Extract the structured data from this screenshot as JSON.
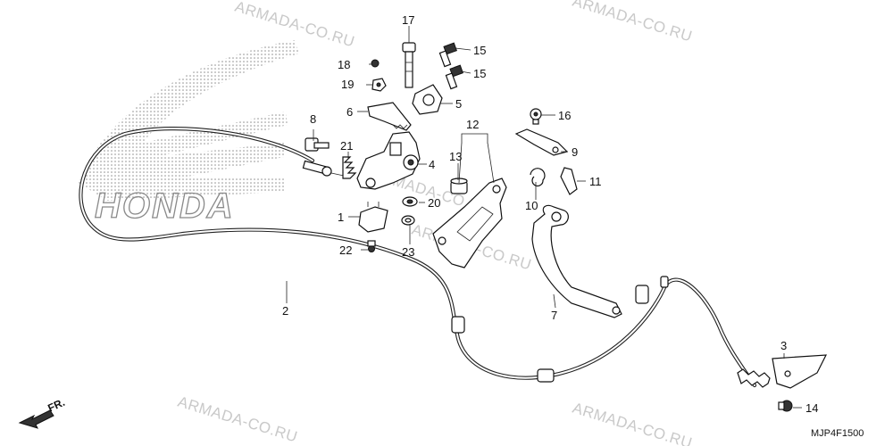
{
  "watermarks": [
    {
      "text": "ARMADA-CO.RU"
    },
    {
      "text": "ARMADA-CO.RU"
    },
    {
      "text": "ARMADA-CO.RU"
    },
    {
      "text": "ARMADA-CO.RU"
    },
    {
      "text": "ARMADA-CO.RU"
    },
    {
      "text": "ARMADA-CO.RU"
    }
  ],
  "brand_logo": {
    "text": "HONDA"
  },
  "direction_arrow": {
    "text": "FR."
  },
  "diagram_code": "MJP4F1500",
  "callouts": {
    "c1": "1",
    "c2": "2",
    "c3": "3",
    "c4": "4",
    "c5": "5",
    "c6": "6",
    "c7": "7",
    "c8": "8",
    "c9": "9",
    "c10": "10",
    "c11": "11",
    "c12": "12",
    "c13": "13",
    "c14": "14",
    "c15a": "15",
    "c15b": "15",
    "c16": "16",
    "c17": "17",
    "c18": "18",
    "c19": "19",
    "c20": "20",
    "c21": "21",
    "c22": "22",
    "c23": "23"
  },
  "colors": {
    "line": "#111111",
    "watermark": "#c9c9c9",
    "logo": "#8a8a8a"
  }
}
